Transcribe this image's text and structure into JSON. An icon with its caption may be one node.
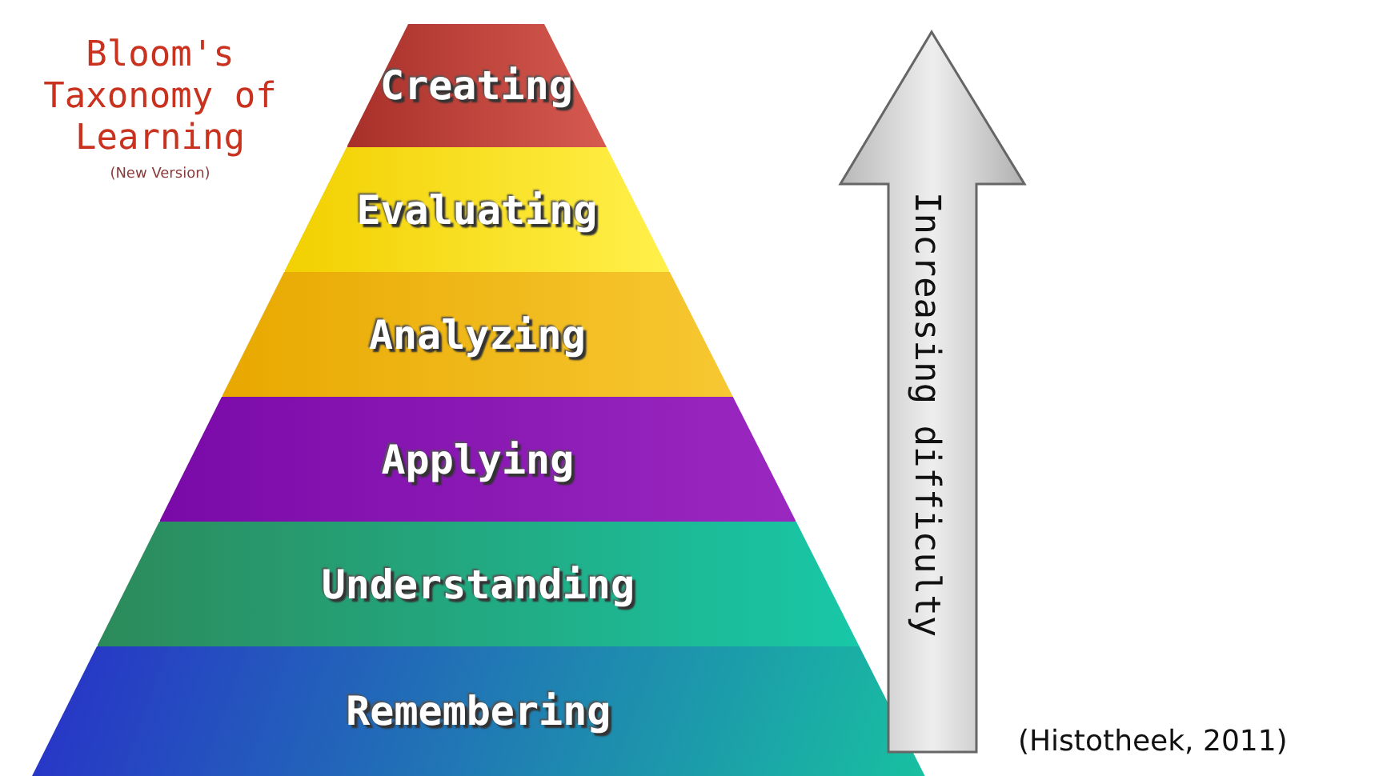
{
  "diagram": {
    "title": "Bloom's Taxonomy of Learning",
    "caption": "(Histotheek, 2011)",
    "nodes": [
      {
        "text": [
          "Creating"
        ]
      },
      {
        "text": [
          "Evaluating"
        ]
      },
      {
        "text": [
          "Analyzing"
        ]
      },
      {
        "text": [
          "Applying"
        ]
      },
      {
        "text": [
          "Understanding"
        ]
      },
      {
        "text": [
          "Remembering"
        ]
      }
    ],
    "labels": [
      "(New Version)",
      "Increasing difficulty"
    ]
  }
}
